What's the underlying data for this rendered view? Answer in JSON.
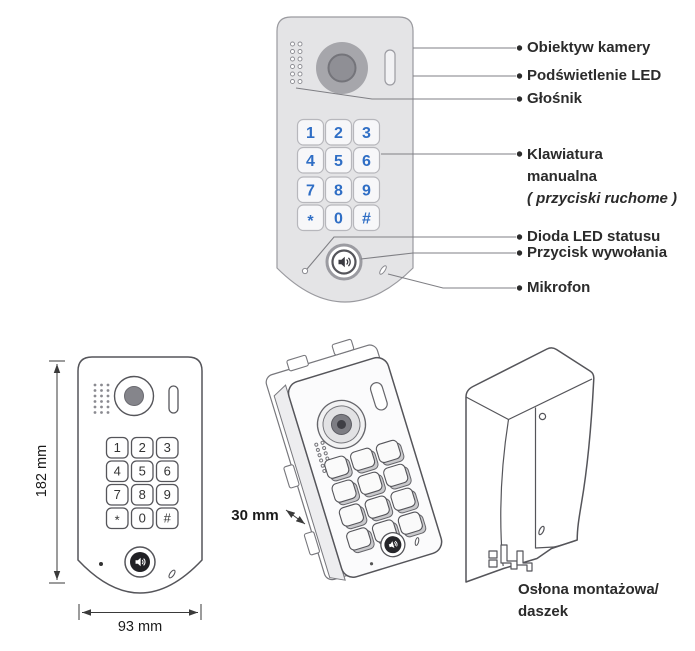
{
  "diagram": {
    "callouts": {
      "camera_lens": "Obiektyw kamery",
      "led_backlight": "Podświetlenie LED",
      "speaker": "Głośnik",
      "keypad_line1": "Klawiatura",
      "keypad_line2": "manualna",
      "keypad_line3": "( przyciski ruchome )",
      "status_led": "Dioda LED statusu",
      "call_button": "Przycisk wywołania",
      "microphone": "Mikrofon"
    },
    "keypad_keys": [
      "1",
      "2",
      "3",
      "4",
      "5",
      "6",
      "7",
      "8",
      "9",
      "*",
      "0",
      "#"
    ],
    "dimensions": {
      "height": "182 mm",
      "width": "93 mm",
      "depth": "30 mm"
    },
    "mounting_cover_label_line1": "Osłona montażowa/",
    "mounting_cover_label_line2": "daszek",
    "colors": {
      "keypad_digit_blue": "#2f6ec5",
      "panel_body_gray": "#e4e4e6",
      "leader_line_gray": "#7f7f84"
    }
  }
}
